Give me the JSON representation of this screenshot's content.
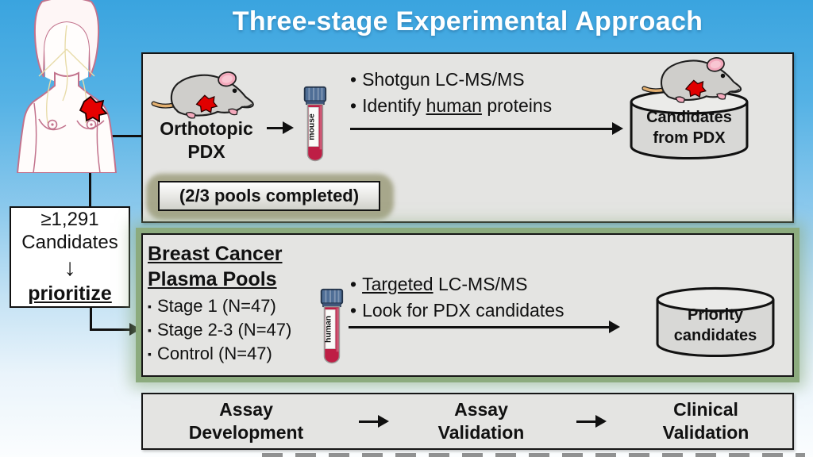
{
  "title": "Three-stage Experimental Approach",
  "glyphs": {
    "dot": "•",
    "square": "▪",
    "arrow_down": "↓"
  },
  "flow": {
    "candidates_box": {
      "count": "≥1,291",
      "label": "Candidates",
      "action": "prioritize"
    }
  },
  "stage1": {
    "model_label": {
      "line1": "Orthotopic",
      "line2": "PDX"
    },
    "tube_label": "mouse",
    "bullets": [
      {
        "pre": "Shotgun LC-MS/MS",
        "u": "",
        "post": ""
      },
      {
        "pre": "Identify ",
        "u": "human",
        "post": " proteins"
      }
    ],
    "status": "(2/3 pools completed)",
    "output": {
      "line1": "Candidates",
      "line2": "from PDX"
    }
  },
  "stage2": {
    "heading": {
      "line1": "Breast Cancer",
      "line2": "Plasma Pools"
    },
    "items": [
      "Stage 1 (N=47)",
      "Stage 2-3 (N=47)",
      "Control (N=47)"
    ],
    "tube_label": "human",
    "bullets": [
      {
        "pre": "",
        "u": "Targeted",
        "post": " LC-MS/MS"
      },
      {
        "pre": "Look for PDX candidates",
        "u": "",
        "post": ""
      }
    ],
    "output": {
      "line1": "Priority",
      "line2": "candidates"
    }
  },
  "stage3": {
    "steps": [
      {
        "line1": "Assay",
        "line2": "Development"
      },
      {
        "line1": "Assay",
        "line2": "Validation"
      },
      {
        "line1": "Clinical",
        "line2": "Validation"
      }
    ]
  },
  "colors": {
    "background_top": "#3AA4DF",
    "panel": "#E4E4E2",
    "tube_blood": "#BE1E45",
    "tube_cap": "#4F6E96",
    "stage2_glow": "#8CAB7E",
    "status_glow": "#A7A78B",
    "tumor": "#E60000"
  }
}
